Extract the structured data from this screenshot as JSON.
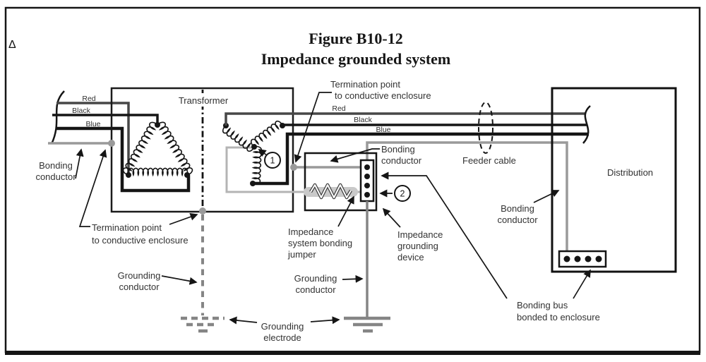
{
  "figure": {
    "revision_marker": "Δ",
    "title_line1": "Figure B10-12",
    "title_line2": "Impedance grounded system"
  },
  "wires": {
    "red": "Red",
    "black": "Black",
    "blue": "Blue"
  },
  "components": {
    "transformer": "Transformer",
    "distribution": "Distribution",
    "feeder_cable": "Feeder cable"
  },
  "callouts": {
    "termination_top": {
      "line1": "Termination point",
      "line2": "to conductive enclosure"
    },
    "termination_left": {
      "line1": "Termination point",
      "line2": "to conductive enclosure"
    },
    "bonding_conductor_left": {
      "line1": "Bonding",
      "line2": "conductor"
    },
    "bonding_conductor_top": {
      "line1": "Bonding",
      "line2": "conductor"
    },
    "bonding_conductor_right": {
      "line1": "Bonding",
      "line2": "conductor"
    },
    "grounding_conductor_left": {
      "line1": "Grounding",
      "line2": "conductor"
    },
    "grounding_conductor_right": {
      "line1": "Grounding",
      "line2": "conductor"
    },
    "grounding_electrode": {
      "line1": "Grounding",
      "line2": "electrode"
    },
    "impedance_jumper": {
      "line1": "Impedance",
      "line2": "system bonding",
      "line3": "jumper"
    },
    "impedance_device": {
      "line1": "Impedance",
      "line2": "grounding",
      "line3": "device"
    },
    "bonding_bus": {
      "line1": "Bonding bus",
      "line2": "bonded to enclosure"
    },
    "marker_1": "1",
    "marker_2": "2"
  },
  "colors": {
    "ink": "#151515",
    "wire_red_phase": "#474747",
    "bonding_gray": "#9a9a9a",
    "jumper_gray": "#b4b4b4",
    "ground_gray": "#858585",
    "text": "#333333"
  }
}
